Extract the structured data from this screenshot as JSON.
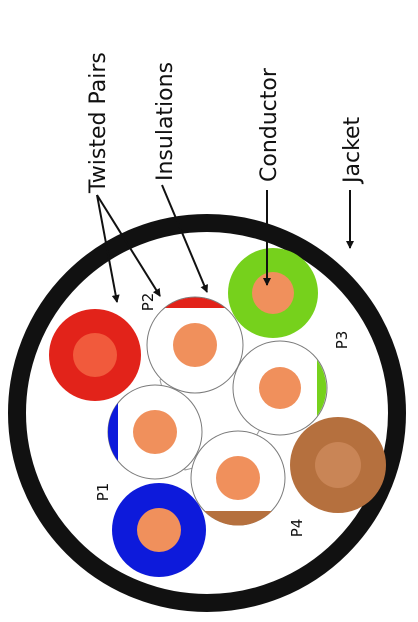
{
  "labels": {
    "twisted_pairs": "Twisted Pairs",
    "insulations": "Insulations",
    "conductor": "Conductor",
    "jacket": "Jacket",
    "p1": "P1",
    "p2": "P2",
    "p3": "P3",
    "p4": "P4"
  },
  "colors": {
    "jacket": "#111111",
    "background": "#ffffff",
    "conductor": "#f0905c",
    "red": "#e2231a",
    "red_light": "#f15a3c",
    "green": "#76d11c",
    "green_light": "#a6e05a",
    "brown": "#b5703e",
    "brown_light": "#c98556",
    "blue": "#0d1adb",
    "blue_light": "#2a52e8",
    "outline": "#7a7a7a"
  }
}
